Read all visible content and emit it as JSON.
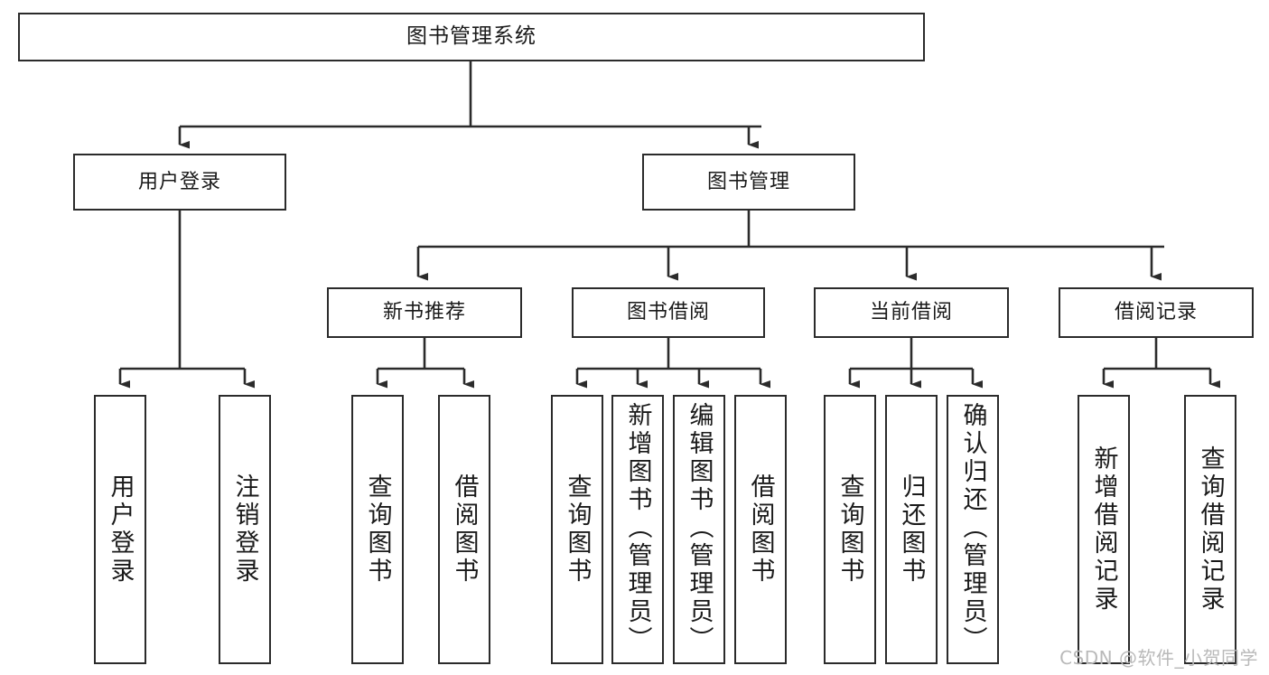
{
  "diagram": {
    "title": "图书管理系统",
    "type": "功能结构图",
    "watermark": "CSDN @软件_小贺同学",
    "colors": {
      "background": "#ffffff",
      "box_border": "#2b2b2b",
      "box_fill": "#ffffff",
      "connector": "#2b2b2b",
      "watermark": "#b9b9b9"
    },
    "root": {
      "label": "图书管理系统"
    },
    "level2": [
      {
        "label": "用户登录"
      },
      {
        "label": "图书管理"
      }
    ],
    "level3": [
      {
        "label": "新书推荐"
      },
      {
        "label": "图书借阅"
      },
      {
        "label": "当前借阅"
      },
      {
        "label": "借阅记录"
      }
    ],
    "leaves": {
      "user_login": [
        {
          "label": "用户登录"
        },
        {
          "label": "注销登录"
        }
      ],
      "new_book_recommend": [
        {
          "label": "查询图书"
        },
        {
          "label": "借阅图书"
        }
      ],
      "book_borrow": [
        {
          "label": "查询图书"
        },
        {
          "label": "新增图书（管理员）"
        },
        {
          "label": "编辑图书（管理员）"
        },
        {
          "label": "借阅图书"
        }
      ],
      "current_borrow": [
        {
          "label": "查询图书"
        },
        {
          "label": "归还图书"
        },
        {
          "label": "确认归还（管理员）"
        }
      ],
      "borrow_record": [
        {
          "label": "新增借阅记录"
        },
        {
          "label": "查询借阅记录"
        }
      ]
    }
  }
}
